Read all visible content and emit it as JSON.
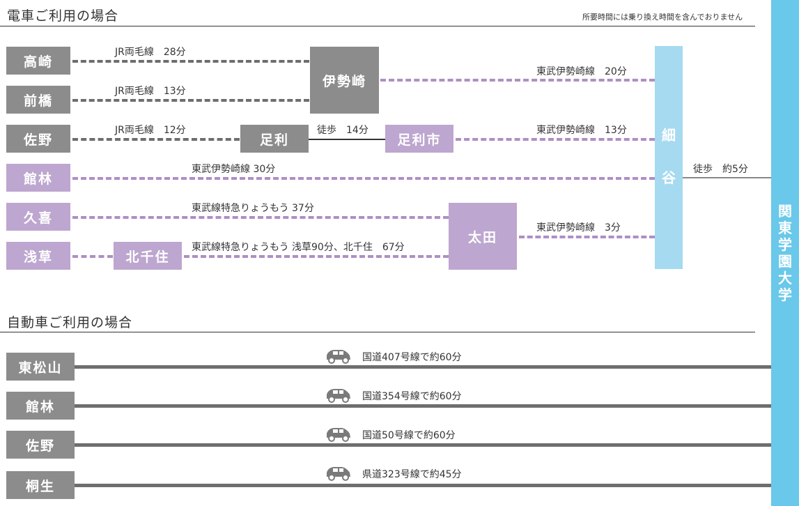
{
  "train_section": {
    "title": "電車ご利用の場合",
    "note": "所要時間には乗り換え時間を含んでおりません",
    "stations": {
      "takasaki": "高崎",
      "maebashi": "前橋",
      "sano": "佐野",
      "tatebayashi": "館林",
      "kuki": "久喜",
      "asakusa": "浅草",
      "isesaki": "伊勢崎",
      "ashikaga": "足利",
      "ashikagashi": "足利市",
      "kitasenju": "北千住",
      "ota": "太田",
      "hosoya_1": "細",
      "hosoya_2": "谷"
    },
    "routes": {
      "takasaki_isesaki": "JR両毛線　28分",
      "maebashi_isesaki": "JR両毛線　13分",
      "sano_ashikaga": "JR両毛線　12分",
      "ashikaga_walk": "徒歩　14分",
      "isesaki_hosoya": "東武伊勢崎線　20分",
      "ashikagashi_hosoya": "東武伊勢崎線　13分",
      "tatebayashi_hosoya": "東武伊勢崎線 30分",
      "kuki_ota": "東武線特急りょうもう 37分",
      "kitasenju_ota": "東武線特急りょうもう 浅草90分、北千住　67分",
      "ota_hosoya": "東武伊勢崎線　3分",
      "hosoya_walk": "徒歩　約5分"
    }
  },
  "destination": {
    "chars": [
      "関",
      "東",
      "学",
      "園",
      "大",
      "学"
    ]
  },
  "car_section": {
    "title": "自動車ご利用の場合",
    "rows": [
      {
        "origin": "東松山",
        "route": "国道407号線で約60分",
        "icon": "car-icon"
      },
      {
        "origin": "館林",
        "route": "国道354号線で約60分",
        "icon": "car-icon"
      },
      {
        "origin": "佐野",
        "route": "国道50号線で約60分",
        "icon": "car-icon"
      },
      {
        "origin": "桐生",
        "route": "県道323号線で約45分",
        "icon": "car-icon"
      }
    ]
  },
  "colors": {
    "gray_box": "#8c8c8c",
    "purple_box": "#bda6cf",
    "station_blue": "#a6daf0",
    "university_blue": "#6ac8ea",
    "jr_dash": "#6e6e6e",
    "tobu_dash": "#ae8fc3"
  }
}
